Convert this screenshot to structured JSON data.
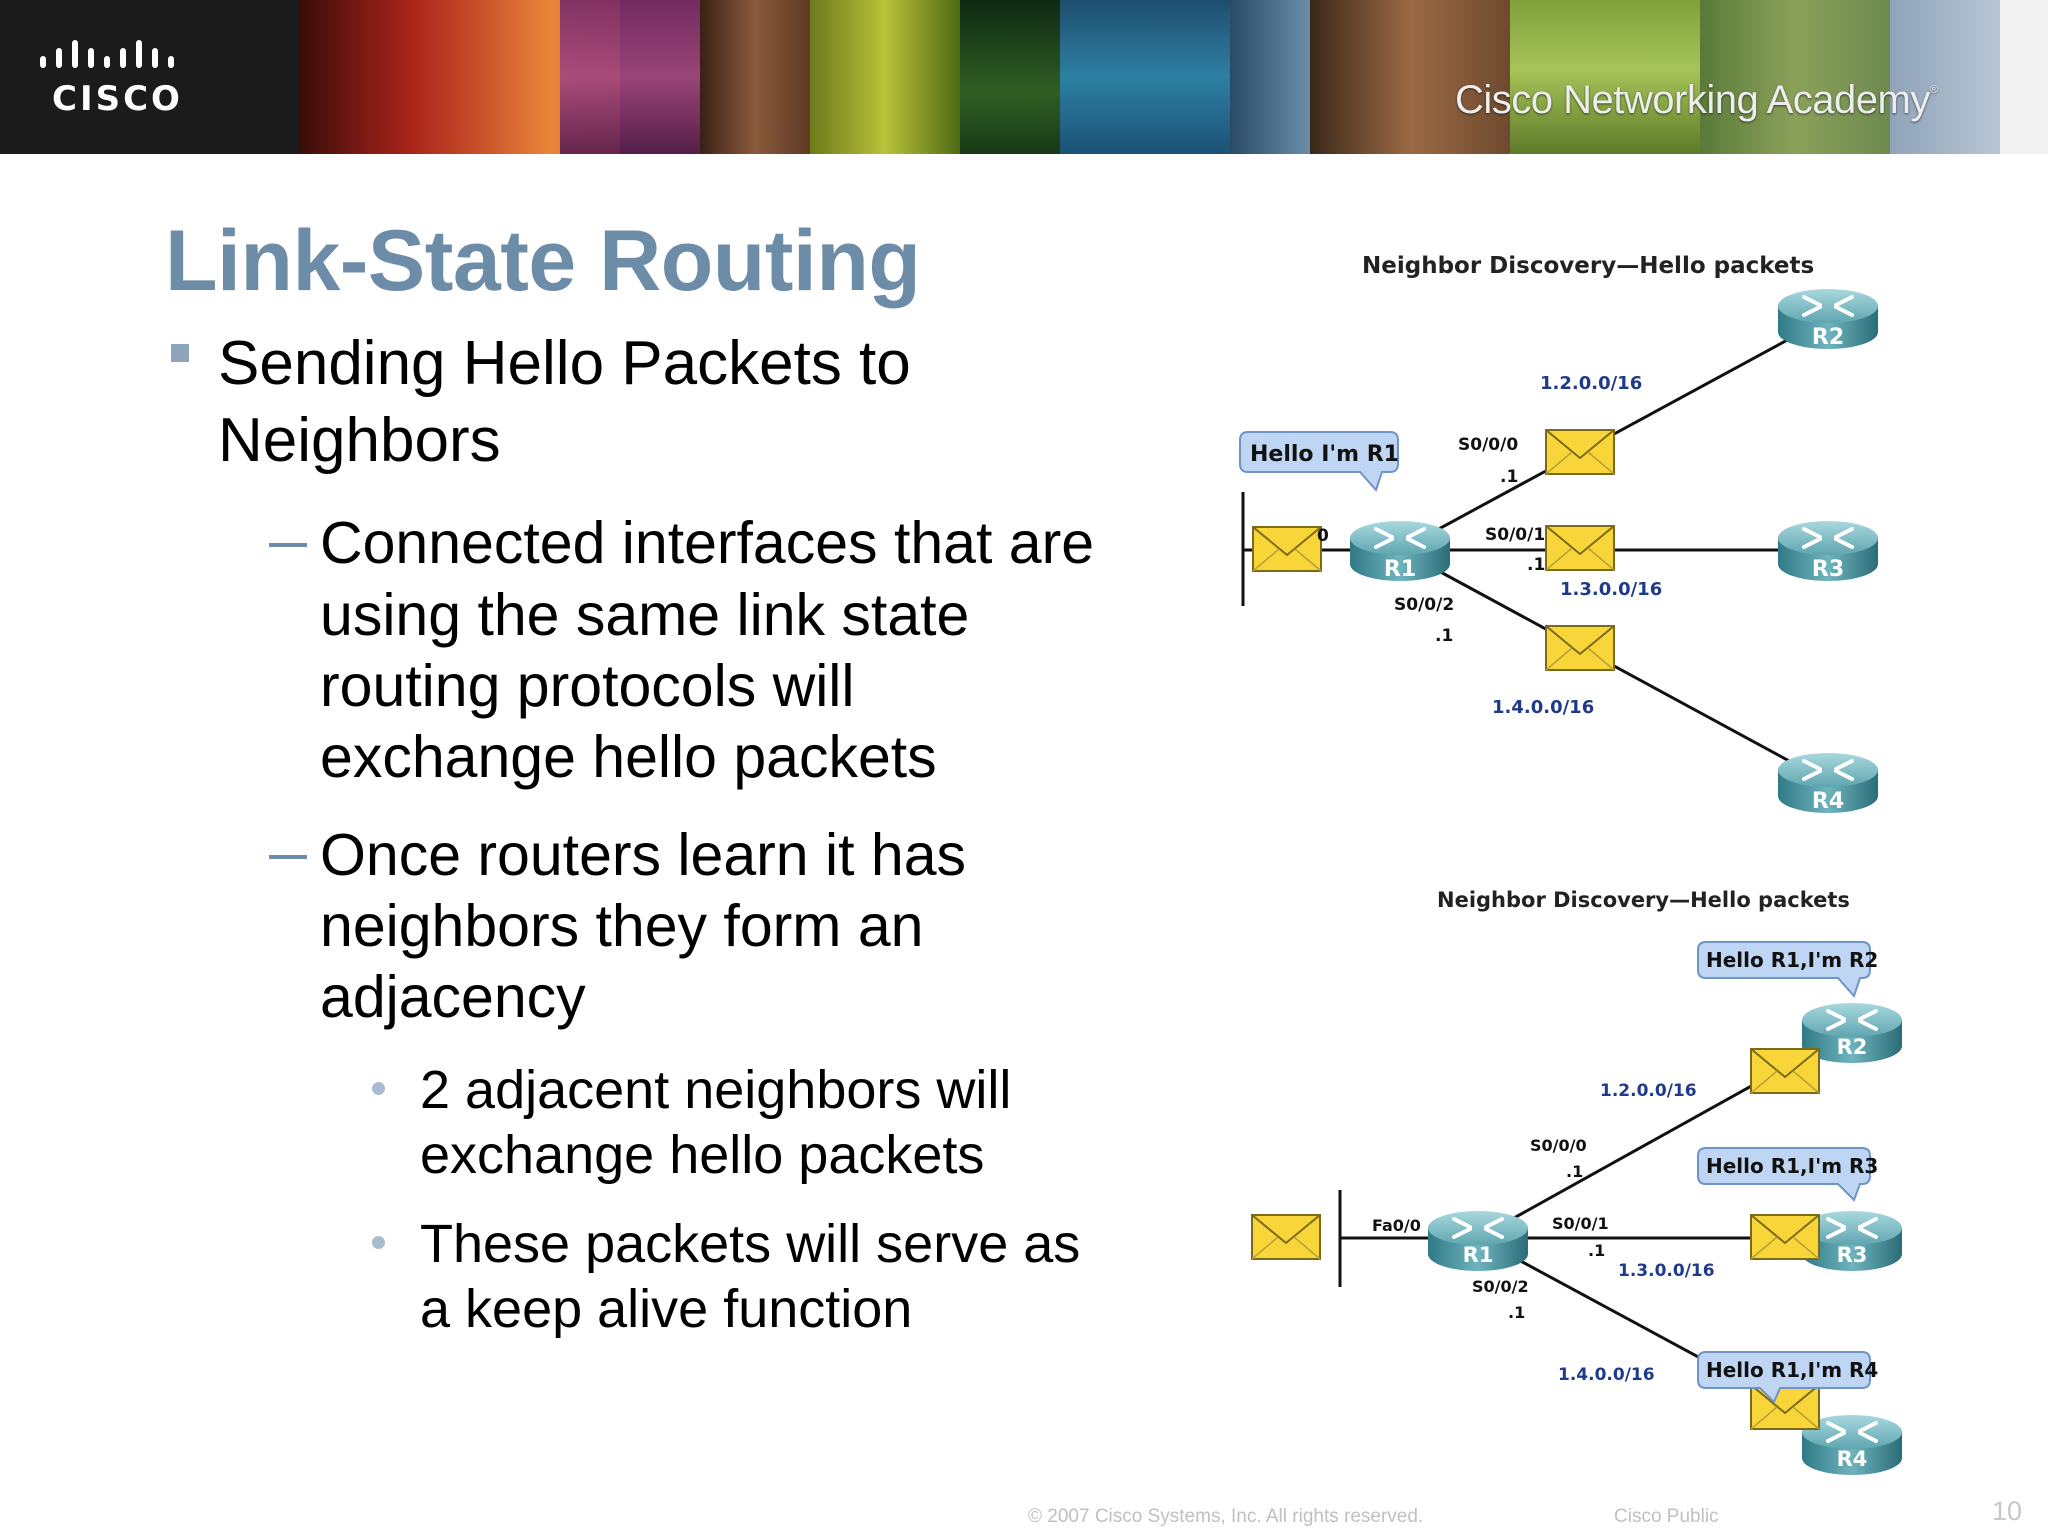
{
  "banner": {
    "logo_text": "CISCO",
    "academy": "Cisco Networking Academy",
    "academy_mark": "®"
  },
  "slide": {
    "title": "Link-State Routing",
    "bullet1": [
      "Sending Hello Packets to",
      "Neighbors"
    ],
    "sub1": [
      "Connected interfaces that are",
      "using the same link state",
      "routing protocols will",
      "exchange hello packets"
    ],
    "sub2": [
      "Once routers learn it has",
      "neighbors they form an",
      "adjacency"
    ],
    "subsub1": [
      "2 adjacent neighbors will",
      "exchange hello packets"
    ],
    "subsub2": [
      "These packets will serve as",
      "a keep alive function"
    ]
  },
  "diagram1": {
    "title": "Neighbor Discovery—Hello packets",
    "callout": "Hello I'm R1",
    "routers": [
      "R1",
      "R2",
      "R3",
      "R4"
    ],
    "iface_s000": "S0/0/0",
    "iface_s001": "S0/0/1",
    "iface_s002": "S0/0/2",
    "iface_fa_partial": "0",
    "addr": ".1",
    "net_r2": "1.2.0.0/16",
    "net_r3": "1.3.0.0/16",
    "net_r4": "1.4.0.0/16"
  },
  "diagram2": {
    "title": "Neighbor Discovery—Hello packets",
    "callout_r2": "Hello R1,I'm R2",
    "callout_r3": "Hello R1,I'm R3",
    "callout_r4": "Hello R1,I'm R4",
    "routers": [
      "R1",
      "R2",
      "R3",
      "R4"
    ],
    "iface_fa": "Fa0/0",
    "iface_s000": "S0/0/0",
    "iface_s001": "S0/0/1",
    "iface_s002": "S0/0/2",
    "addr": ".1",
    "net_r2": "1.2.0.0/16",
    "net_r3": "1.3.0.0/16",
    "net_r4": "1.4.0.0/16"
  },
  "footer": {
    "copyright": "© 2007 Cisco Systems, Inc. All rights reserved.",
    "classification": "Cisco Public",
    "page": "10"
  }
}
